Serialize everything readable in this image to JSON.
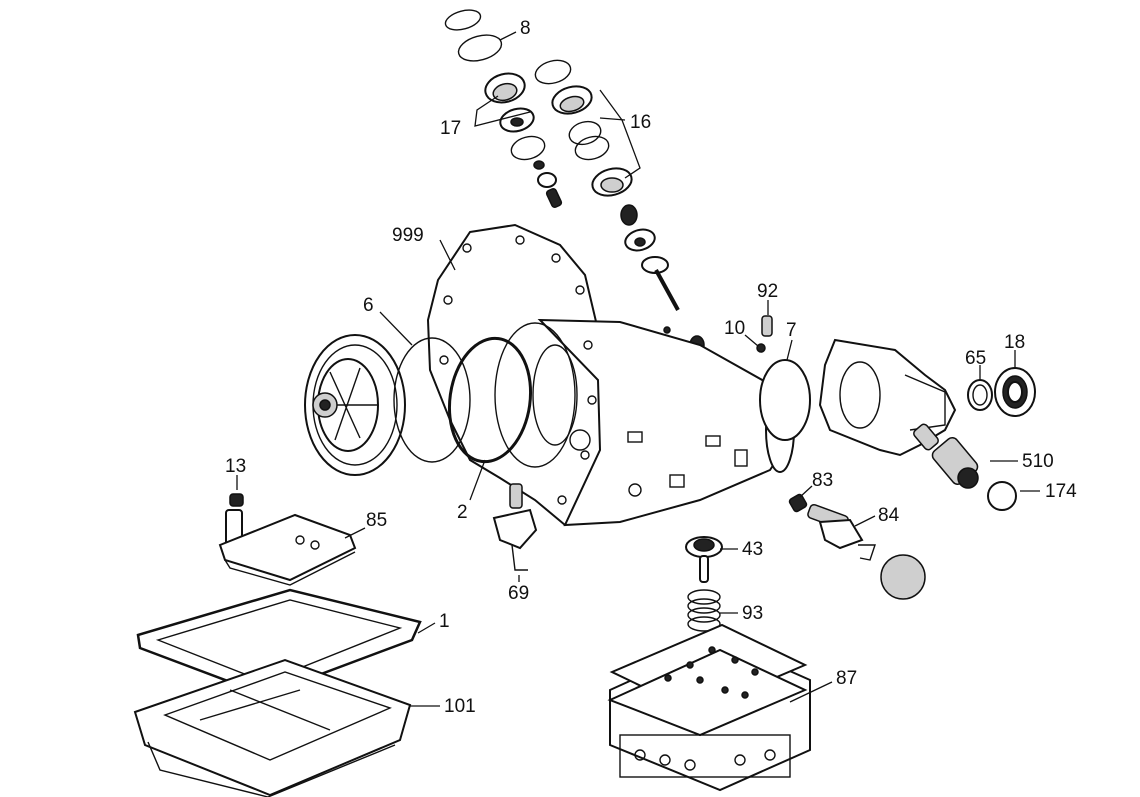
{
  "callouts": [
    {
      "id": "8",
      "text": "8"
    },
    {
      "id": "16",
      "text": "16"
    },
    {
      "id": "17",
      "text": "17"
    },
    {
      "id": "999",
      "text": "999"
    },
    {
      "id": "92",
      "text": "92"
    },
    {
      "id": "10",
      "text": "10"
    },
    {
      "id": "7",
      "text": "7"
    },
    {
      "id": "6",
      "text": "6"
    },
    {
      "id": "65",
      "text": "65"
    },
    {
      "id": "18",
      "text": "18"
    },
    {
      "id": "510",
      "text": "510"
    },
    {
      "id": "174",
      "text": "174"
    },
    {
      "id": "13",
      "text": "13"
    },
    {
      "id": "85",
      "text": "85"
    },
    {
      "id": "2",
      "text": "2"
    },
    {
      "id": "69",
      "text": "69"
    },
    {
      "id": "83",
      "text": "83"
    },
    {
      "id": "84",
      "text": "84"
    },
    {
      "id": "43",
      "text": "43"
    },
    {
      "id": "93",
      "text": "93"
    },
    {
      "id": "1",
      "text": "1"
    },
    {
      "id": "101",
      "text": "101"
    },
    {
      "id": "87",
      "text": "87"
    }
  ]
}
